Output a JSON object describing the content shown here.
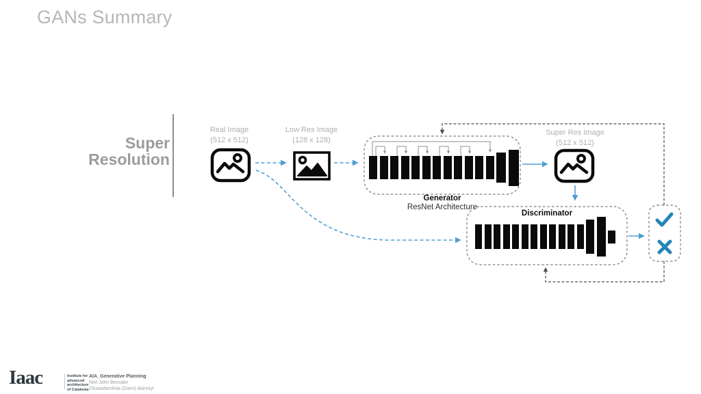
{
  "slide": {
    "title": "GANs Summary",
    "section_line1": "Super",
    "section_line2": "Resolution"
  },
  "diagram": {
    "real_image_label": "Real Image",
    "real_image_size": "(512 x 512)",
    "low_res_label": "Low Res Image",
    "low_res_size": "(128 x 128)",
    "generator_label": "Generator",
    "generator_sublabel": "ResNet Architecture",
    "super_res_label": "Super Res Image",
    "super_res_size": "(512 x 512)",
    "discriminator_label": "Discriminator",
    "output_icons": [
      "check",
      "cross"
    ]
  },
  "footer": {
    "logo": "Iaac",
    "institute": [
      "Institute for",
      "advanced",
      "architecture",
      "of Catalonia"
    ],
    "course": "AIA_Generative Planning",
    "author1": "Neil John Bersabe",
    "author2": "Oluwadamilola (Dami) Akinniyi"
  },
  "colors": {
    "arrow_blue": "#4f9fd1",
    "icon_blue": "#2484b6",
    "title_gray": "#b6b6b6",
    "section_gray": "#9c9c9c",
    "label_gray": "#aeaeae",
    "bar_black": "#0a0a0a",
    "dash_dark": "#4d4d4d"
  }
}
